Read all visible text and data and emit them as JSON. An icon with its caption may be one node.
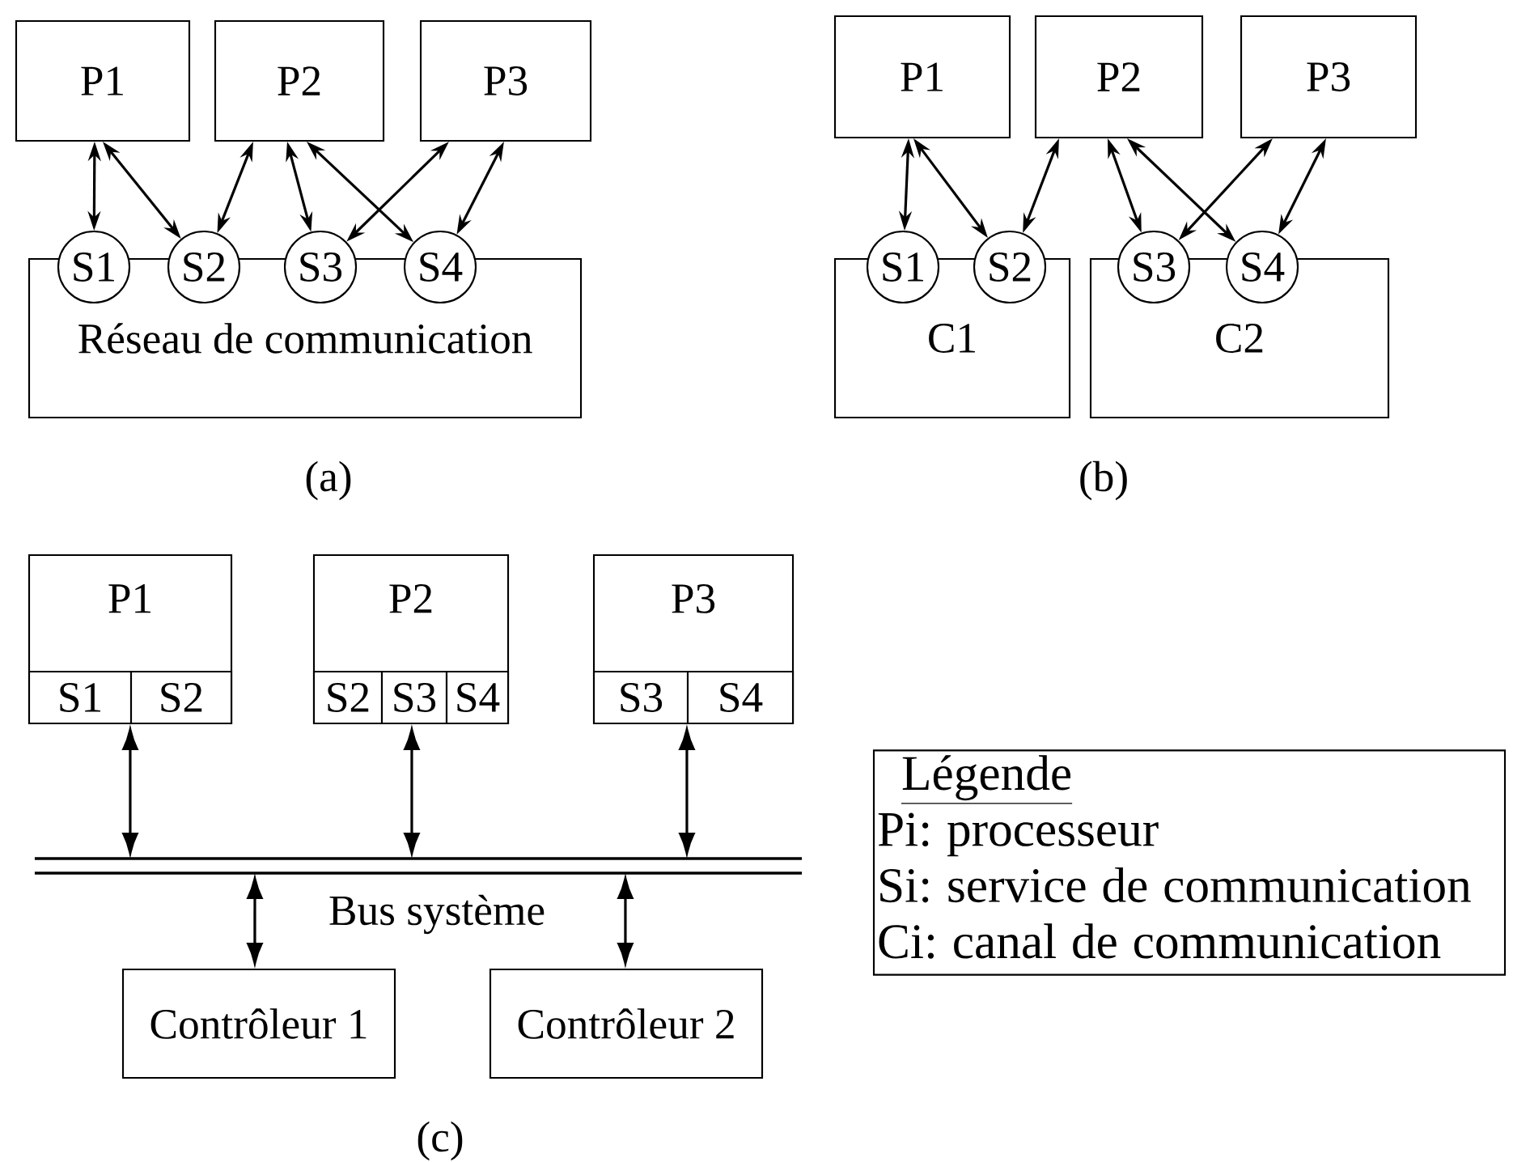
{
  "diagram": {
    "nodes": [
      {
        "text": [
          "P1"
        ]
      },
      {
        "text": [
          "P2"
        ]
      },
      {
        "text": [
          "P3"
        ]
      },
      {
        "text": [
          "Réseau de communication"
        ]
      },
      {
        "text": [
          "S1"
        ]
      },
      {
        "text": [
          "S2"
        ]
      },
      {
        "text": [
          "S3"
        ]
      },
      {
        "text": [
          "S4"
        ]
      },
      {
        "text": [
          "P1"
        ]
      },
      {
        "text": [
          "P2"
        ]
      },
      {
        "text": [
          "P3"
        ]
      },
      {
        "text": [
          "C1"
        ]
      },
      {
        "text": [
          "C2"
        ]
      },
      {
        "text": [
          "S1"
        ]
      },
      {
        "text": [
          "S2"
        ]
      },
      {
        "text": [
          "S3"
        ]
      },
      {
        "text": [
          "S4"
        ]
      },
      {
        "text": [
          "P1"
        ]
      },
      {
        "text": [
          "S1"
        ],
        "in": 17
      },
      {
        "text": [
          "S2"
        ],
        "in": 17
      },
      {
        "text": [
          "P2"
        ]
      },
      {
        "text": [
          "S2"
        ],
        "in": 20
      },
      {
        "text": [
          "S3"
        ],
        "in": 20
      },
      {
        "text": [
          "S4"
        ],
        "in": 20
      },
      {
        "text": [
          "P3"
        ]
      },
      {
        "text": [
          "S3"
        ],
        "in": 24
      },
      {
        "text": [
          "S4"
        ],
        "in": 24
      },
      {
        "text": [],
        "shape": "bar",
        "beside": [
          "Bus système"
        ]
      },
      {
        "text": [
          "Contrôleur 1"
        ]
      },
      {
        "text": [
          "Contrôleur 2"
        ]
      },
      {
        "text": [
          "Légende",
          "Pi: processeur",
          "Si: service de communication",
          "Ci: canal de communication"
        ]
      }
    ],
    "edges": [
      {
        "from": 0,
        "to": 4,
        "arrow": "both"
      },
      {
        "from": 0,
        "to": 5,
        "arrow": "both"
      },
      {
        "from": 1,
        "to": 5,
        "arrow": "both"
      },
      {
        "from": 1,
        "to": 6,
        "arrow": "both"
      },
      {
        "from": 1,
        "to": 7,
        "arrow": "both"
      },
      {
        "from": 2,
        "to": 6,
        "arrow": "both"
      },
      {
        "from": 2,
        "to": 7,
        "arrow": "both"
      },
      {
        "from": 8,
        "to": 13,
        "arrow": "both"
      },
      {
        "from": 8,
        "to": 14,
        "arrow": "both"
      },
      {
        "from": 9,
        "to": 14,
        "arrow": "both"
      },
      {
        "from": 9,
        "to": 15,
        "arrow": "both"
      },
      {
        "from": 9,
        "to": 16,
        "arrow": "both"
      },
      {
        "from": 10,
        "to": 15,
        "arrow": "both"
      },
      {
        "from": 10,
        "to": 16,
        "arrow": "both"
      },
      {
        "from": 17,
        "to": 27,
        "arrow": "both"
      },
      {
        "from": 20,
        "to": 27,
        "arrow": "both"
      },
      {
        "from": 24,
        "to": 27,
        "arrow": "both"
      },
      {
        "from": 27,
        "to": 28,
        "arrow": "both"
      },
      {
        "from": 27,
        "to": 29,
        "arrow": "both"
      }
    ],
    "labels": [
      "(a)",
      "(b)",
      "(c)"
    ]
  }
}
